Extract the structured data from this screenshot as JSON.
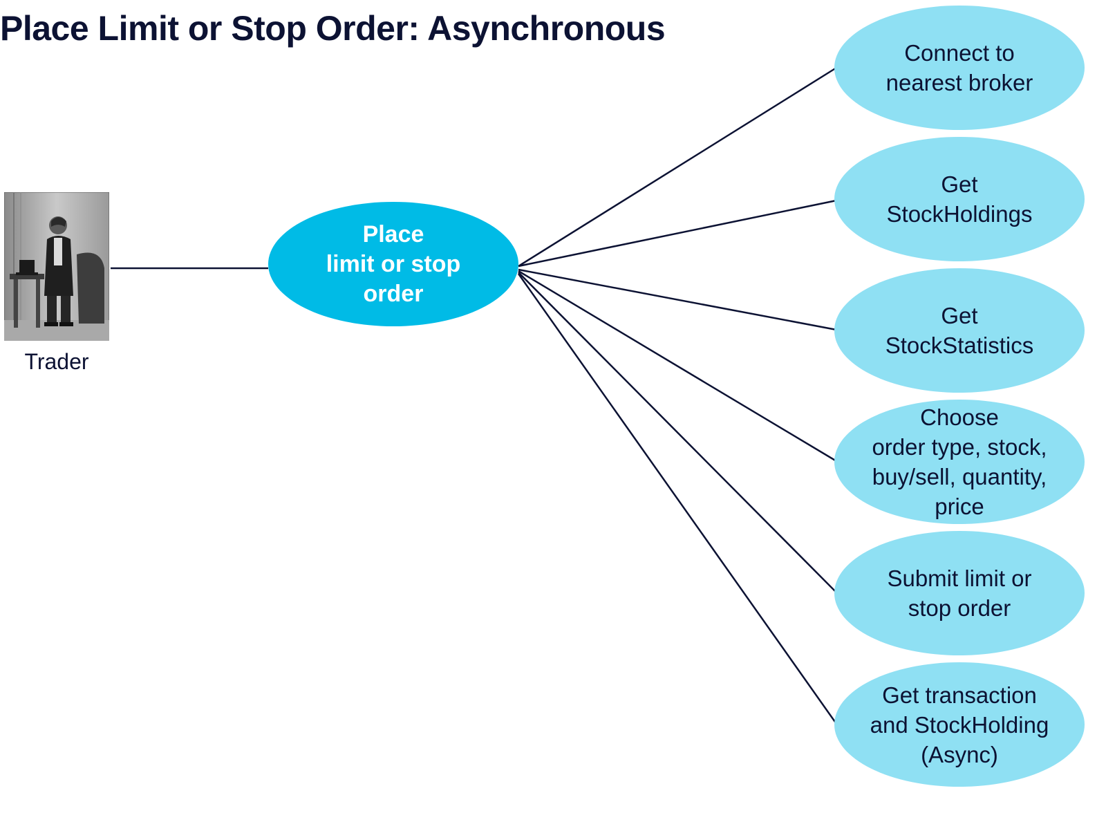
{
  "title": "Place Limit or Stop Order: Asynchronous",
  "actor": {
    "label": "Trader",
    "icon": "trader-portrait-icon"
  },
  "main_use_case": {
    "label": "Place\nlimit or stop\norder",
    "color": "#00bbe6"
  },
  "sub_use_cases": [
    {
      "label": "Connect to\nnearest broker"
    },
    {
      "label": "Get\nStockHoldings"
    },
    {
      "label": "Get\nStockStatistics"
    },
    {
      "label": "Choose\norder type, stock,\nbuy/sell, quantity,\nprice"
    },
    {
      "label": "Submit limit or\nstop order"
    },
    {
      "label": "Get transaction\nand StockHolding\n(Async)"
    }
  ],
  "colors": {
    "sub_use_case_fill": "#8fe0f3",
    "line": "#0c1233",
    "text": "#0c1233"
  }
}
